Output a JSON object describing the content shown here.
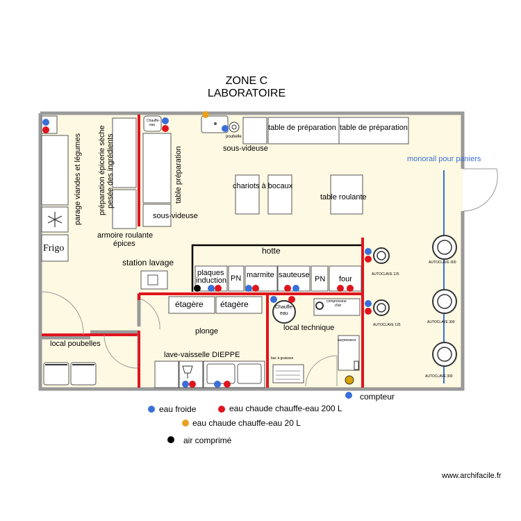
{
  "title": {
    "line1": "ZONE C",
    "line2": "LABORATOIRE"
  },
  "rooms": {
    "local_poubelles": "local poubelles",
    "plonge": "plonge",
    "local_technique": "local technique",
    "station_lavage": "station lavage",
    "hotte": "hotte"
  },
  "equipment": {
    "parage": "parage viandes et légumes",
    "epicerie_line1": "préparation épicerie sèche",
    "epicerie_line2": "pesée des ingrédients",
    "table_preparation_vertical": "table préparation",
    "sous_videuse_left": "sous-videuse",
    "armoire_line1": "armoire roulante",
    "armoire_line2": "épices",
    "frigo": "Frigo",
    "sous_videuse_top": "sous-videuse",
    "poubelle": "poubelle",
    "table_prep_1": "table de préparation",
    "table_prep_2": "table de préparation",
    "chariots": "chariots à bocaux",
    "table_roulante": "table roulante",
    "monorail": "monorail pour paniers",
    "plaques_line1": "plaques",
    "plaques_line2": "induction",
    "pn1": "PN",
    "marmite": "marmite",
    "sauteuse": "sauteuse",
    "pn2": "PN",
    "four": "four",
    "etagere1": "étagère",
    "etagere2": "étagère",
    "lave_vaisselle": "lave-vaisselle DIEPPE",
    "chauffe_eau_small_1": "Chauffe-",
    "chauffe_eau_small_2": "eau",
    "chauffe_eau_1": "Chauffe-",
    "chauffe_eau_2": "eau",
    "compresseur_1": "compresseur",
    "compresseur_2": "d'air",
    "bac_graisse": "bac à graisses",
    "surpresseur": "surpresseur",
    "autoclave_125_a": "AUTOCLAVE 125",
    "autoclave_125_b": "AUTOCLAVE 125",
    "autoclave_300_a": "AUTOCLAVE 300",
    "autoclave_300_b": "AUTOCLAVE 300",
    "autoclave_300_c": "AUTOCLAVE 300"
  },
  "legend": {
    "eau_froide": "eau froide",
    "eau_chaude_200": "eau chaude chauffe-eau 200 L",
    "eau_chaude_20": "eau chaude chauffe-eau 20 L",
    "air_comprime": "air comprimé",
    "compteur": "compteur"
  },
  "colors": {
    "eau_froide": "#3a6fd8",
    "eau_chaude_200": "#e0141e",
    "eau_chaude_20": "#e8a020",
    "air_comprime": "#000000",
    "wall": "#999999",
    "floor": "#fdf9e2",
    "red_wall": "#e0141e",
    "monorail": "#3a6fd8"
  },
  "watermark": "www.archifacile.fr"
}
